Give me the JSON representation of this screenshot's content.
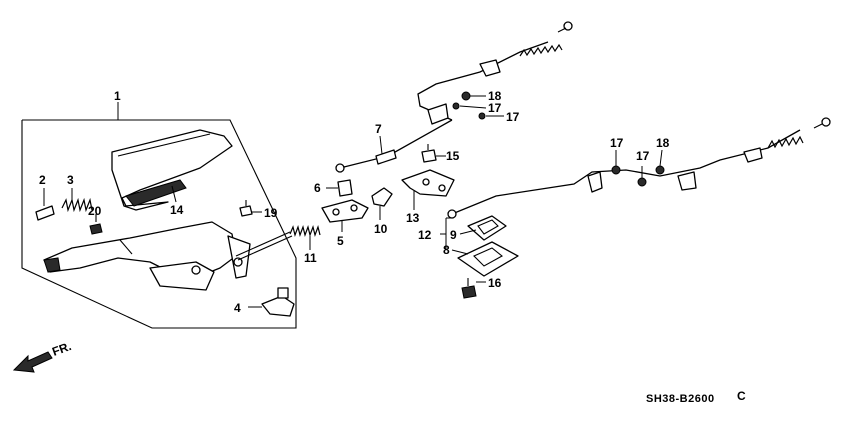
{
  "callouts": {
    "c1": "1",
    "c2": "2",
    "c3": "3",
    "c4": "4",
    "c5": "5",
    "c6": "6",
    "c7": "7",
    "c8": "8",
    "c9": "9",
    "c10": "10",
    "c11": "11",
    "c12": "12",
    "c13": "13",
    "c14": "14",
    "c15": "15",
    "c16": "16",
    "c17a": "17",
    "c17b": "17",
    "c17c": "17",
    "c17d": "17",
    "c18a": "18",
    "c18b": "18",
    "c19": "19",
    "c20": "20"
  },
  "direction_label": "FR.",
  "diagram_code": "SH38-B2600",
  "diagram_suffix": "C"
}
